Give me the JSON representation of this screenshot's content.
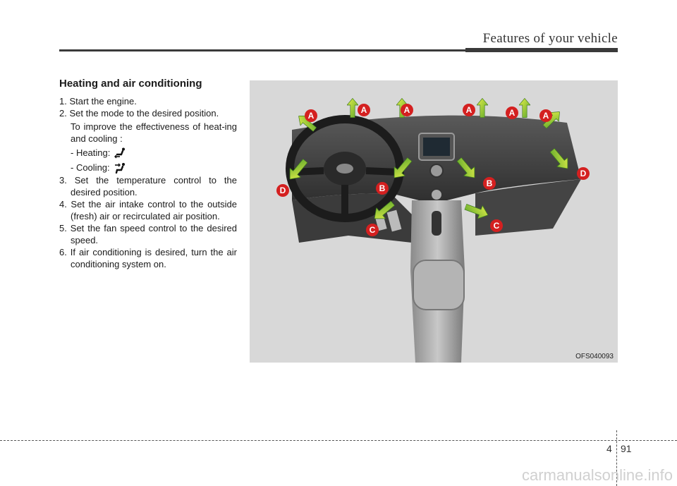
{
  "header": {
    "title": "Features of your vehicle"
  },
  "section": {
    "heading": "Heating and air conditioning",
    "steps": [
      "1. Start the engine.",
      "2. Set the mode to the desired position.",
      "3. Set the temperature control to the desired position.",
      "4. Set the air intake control to the outside (fresh) air or recirculated air position.",
      "5. Set the fan speed control to the desired speed.",
      "6. If air conditioning is desired, turn the air conditioning system on."
    ],
    "step2_note": "To improve the effectiveness of heat-ing and cooling :",
    "heating_label": "- Heating:",
    "cooling_label": "- Cooling:"
  },
  "figure": {
    "code": "OFS040093",
    "labels": {
      "a": "A",
      "b": "B",
      "c": "C",
      "d": "D"
    }
  },
  "footer": {
    "chapter": "4",
    "page": "91"
  },
  "watermark": "carmanualsonline.info"
}
